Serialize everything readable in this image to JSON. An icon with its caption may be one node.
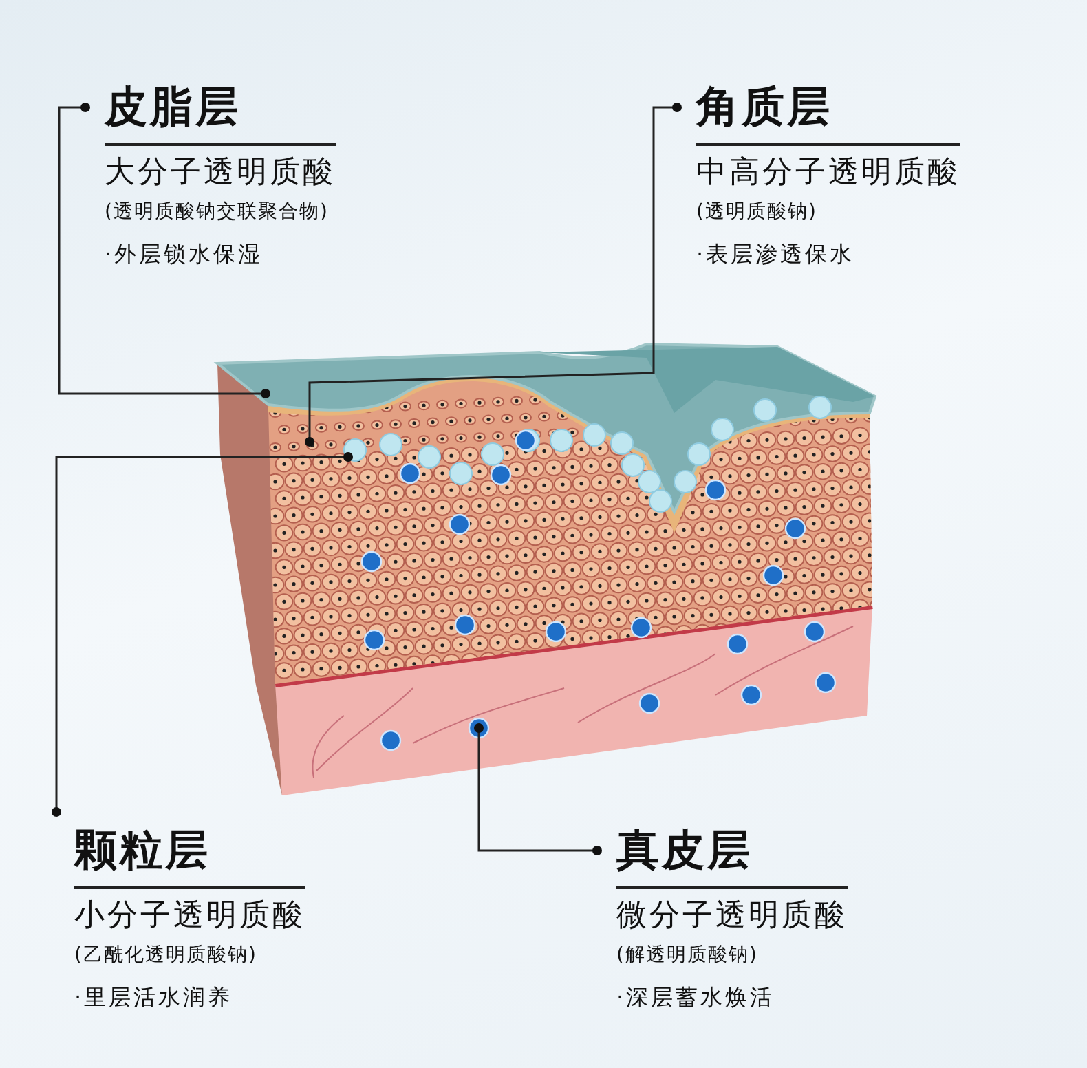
{
  "diagram": {
    "nodes": [
      {
        "text": [
          "皮脂层",
          "大分子透明质酸",
          "(透明质酸钠交联聚合物)",
          "·外层锁水保湿"
        ]
      },
      {
        "text": [
          "角质层",
          "中高分子透明质酸",
          "(透明质酸钠)",
          "·表层渗透保水"
        ]
      },
      {
        "text": [
          "颗粒层",
          "小分子透明质酸",
          "(乙酰化透明质酸钠)",
          "·里层活水润养"
        ]
      },
      {
        "text": [
          "真皮层",
          "微分子透明质酸",
          "(解透明质酸钠)",
          "·深层蓄水焕活"
        ]
      }
    ],
    "edges": [
      {
        "from": 0,
        "to": null,
        "arrow": "other"
      },
      {
        "from": 1,
        "to": null,
        "arrow": "other"
      },
      {
        "from": 2,
        "to": null,
        "arrow": "other"
      },
      {
        "from": 3,
        "to": null,
        "arrow": "other"
      }
    ]
  }
}
